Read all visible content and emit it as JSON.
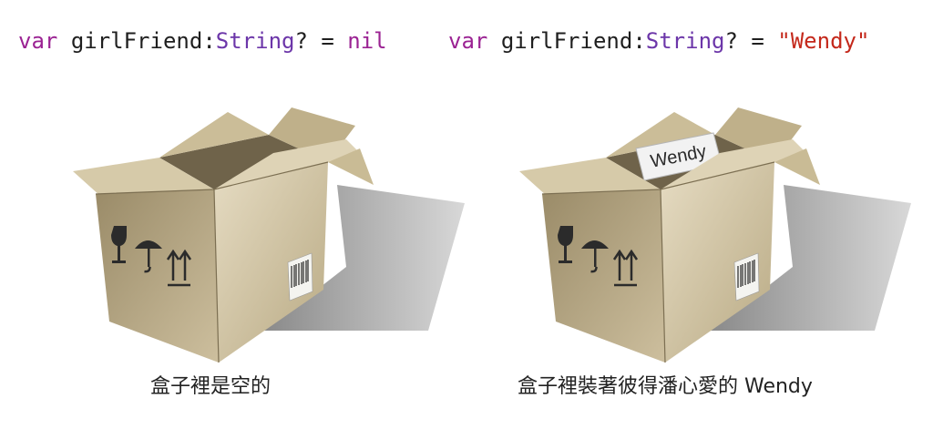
{
  "code_left": {
    "keyword": "var",
    "name": "girlFriend",
    "colon": ":",
    "type": "String",
    "optional_and_equals": "? = ",
    "value": "nil"
  },
  "code_right": {
    "keyword": "var",
    "name": "girlFriend",
    "colon": ":",
    "type": "String",
    "optional_and_equals": "? = ",
    "value": "\"Wendy\""
  },
  "box_right": {
    "card_text": "Wendy"
  },
  "captions": {
    "left": "盒子裡是空的",
    "right": "盒子裡裝著彼得潘心愛的 Wendy"
  },
  "colors": {
    "keyword": "#9b2393",
    "type": "#6c36a9",
    "string": "#c4281b",
    "box_light": "#d9cdb0",
    "box_dark": "#8a7a58"
  }
}
